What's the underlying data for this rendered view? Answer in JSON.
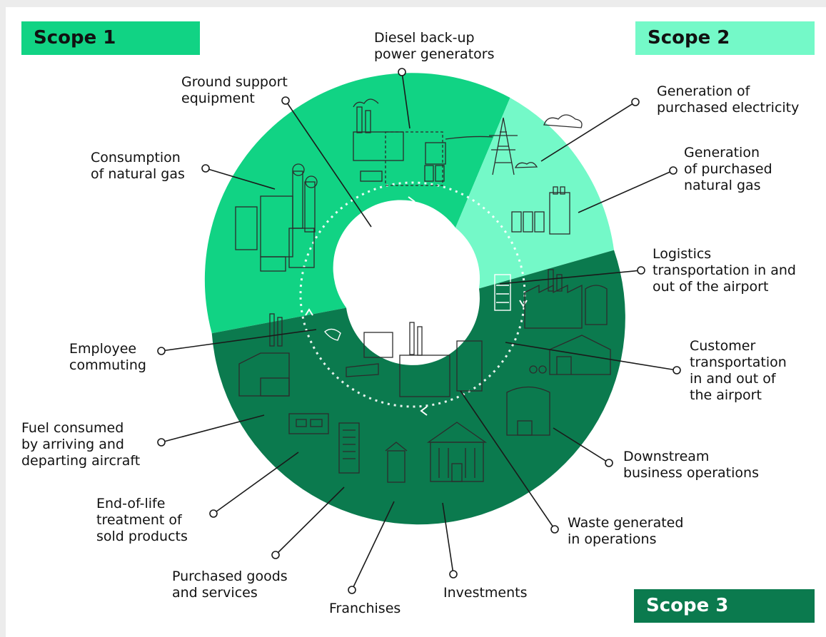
{
  "scopes": {
    "scope1": "Scope 1",
    "scope2": "Scope 2",
    "scope3": "Scope 3"
  },
  "labels": {
    "diesel": "Diesel back-up\npower generators",
    "ground_support": "Ground support\nequipment",
    "natural_gas": "Consumption\nof natural gas",
    "purchased_electricity": "Generation of\npurchased electricity",
    "purchased_natural_gas": "Generation\nof purchased\nnatural gas",
    "logistics": "Logistics\ntransportation in and\nout of the airport",
    "customer_transport": "Customer\ntransportation\nin and out of\nthe airport",
    "employee_commuting": "Employee\ncommuting",
    "fuel_aircraft": "Fuel consumed\nby arriving and\ndeparting aircraft",
    "end_of_life": "End-of-life\ntreatment of\nsold products",
    "downstream": "Downstream\nbusiness operations",
    "waste": "Waste generated\nin operations",
    "purchased_goods": "Purchased goods\nand services",
    "investments": "Investments",
    "franchises": "Franchises"
  },
  "colors": {
    "scope1": "#11d384",
    "scope2": "#74f9c8",
    "scope3": "#0b7a4e",
    "background": "#ececec"
  }
}
